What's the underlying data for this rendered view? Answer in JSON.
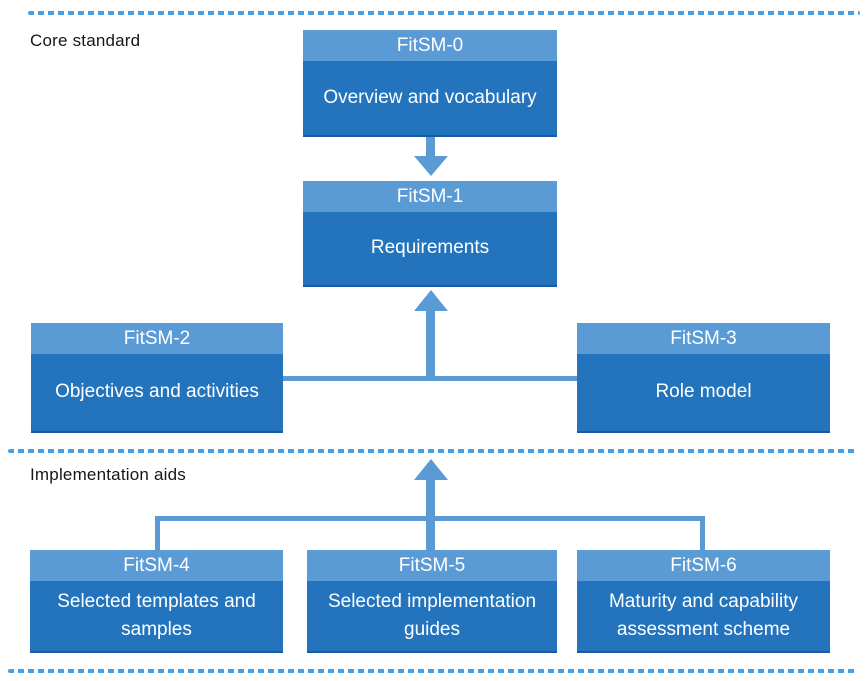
{
  "sections": [
    {
      "id": "core",
      "label": "Core standard"
    },
    {
      "id": "implementation",
      "label": "Implementation aids"
    }
  ],
  "boxes": [
    {
      "id": "fitsm-0",
      "title": "FitSM-0",
      "body": "Overview and vocabulary"
    },
    {
      "id": "fitsm-1",
      "title": "FitSM-1",
      "body": "Requirements"
    },
    {
      "id": "fitsm-2",
      "title": "FitSM-2",
      "body": "Objectives and activities"
    },
    {
      "id": "fitsm-3",
      "title": "FitSM-3",
      "body": "Role model"
    },
    {
      "id": "fitsm-4",
      "title": "FitSM-4",
      "body": "Selected templates and samples"
    },
    {
      "id": "fitsm-5",
      "title": "FitSM-5",
      "body": "Selected implementation guides"
    },
    {
      "id": "fitsm-6",
      "title": "FitSM-6",
      "body": "Maturity and capability assessment scheme"
    }
  ],
  "colors": {
    "box_header": "#5B9BD5",
    "box_body": "#2374BD",
    "connector": "#5B9BD5",
    "dashed_separator": "#45A0E6",
    "box_text": "#FFFFFF",
    "label_text": "#161616"
  }
}
